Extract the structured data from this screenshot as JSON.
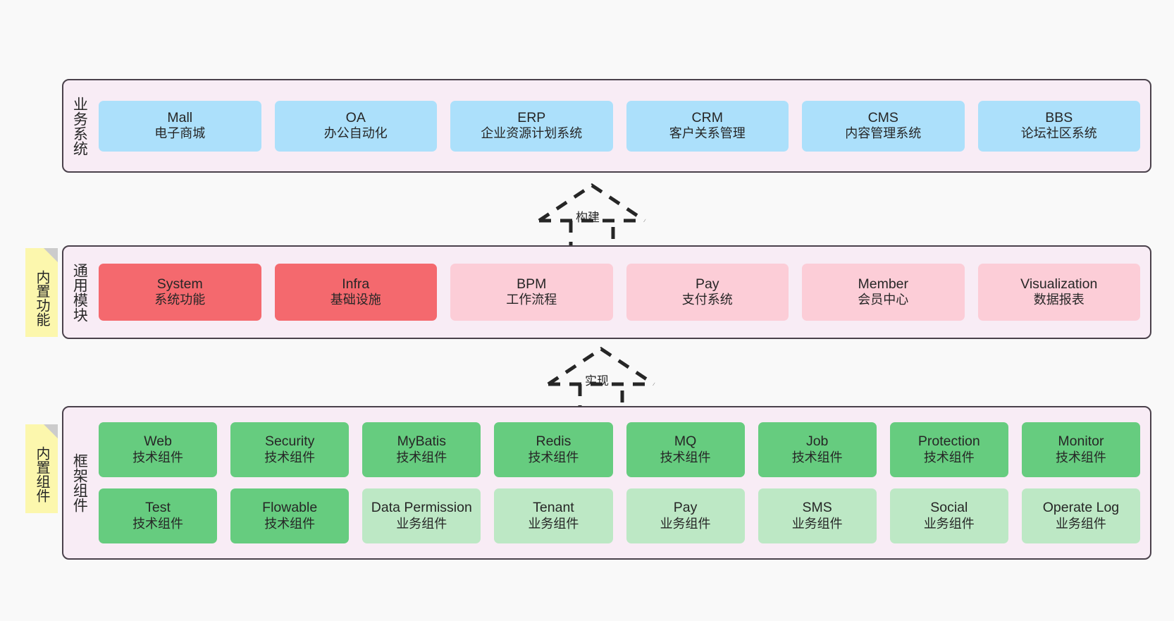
{
  "diagram": {
    "background_color": "#f9f9f9",
    "band_background": "#f8ecf5",
    "band_border": "#4a414b",
    "note_color": "#fcf7ad",
    "colors": {
      "blue": "#ace0fb",
      "red": "#f4696e",
      "pink": "#fccdd7",
      "green": "#66cc7f",
      "light_green": "#bde8c5"
    }
  },
  "bands": {
    "business": {
      "title": "业务系统",
      "nodes": [
        {
          "title": "Mall",
          "sub": "电子商城",
          "color": "blue"
        },
        {
          "title": "OA",
          "sub": "办公自动化",
          "color": "blue"
        },
        {
          "title": "ERP",
          "sub": "企业资源计划系统",
          "color": "blue"
        },
        {
          "title": "CRM",
          "sub": "客户关系管理",
          "color": "blue"
        },
        {
          "title": "CMS",
          "sub": "内容管理系统",
          "color": "blue"
        },
        {
          "title": "BBS",
          "sub": "论坛社区系统",
          "color": "blue"
        }
      ]
    },
    "common": {
      "title": "通用模块",
      "note": "内置功能",
      "nodes": [
        {
          "title": "System",
          "sub": "系统功能",
          "color": "red"
        },
        {
          "title": "Infra",
          "sub": "基础设施",
          "color": "red"
        },
        {
          "title": "BPM",
          "sub": "工作流程",
          "color": "pink"
        },
        {
          "title": "Pay",
          "sub": "支付系统",
          "color": "pink"
        },
        {
          "title": "Member",
          "sub": "会员中心",
          "color": "pink"
        },
        {
          "title": "Visualization",
          "sub": "数据报表",
          "color": "pink"
        }
      ]
    },
    "framework": {
      "title": "框架组件",
      "note": "内置组件",
      "row1": [
        {
          "title": "Web",
          "sub": "技术组件",
          "color": "green"
        },
        {
          "title": "Security",
          "sub": "技术组件",
          "color": "green"
        },
        {
          "title": "MyBatis",
          "sub": "技术组件",
          "color": "green"
        },
        {
          "title": "Redis",
          "sub": "技术组件",
          "color": "green"
        },
        {
          "title": "MQ",
          "sub": "技术组件",
          "color": "green"
        },
        {
          "title": "Job",
          "sub": "技术组件",
          "color": "green"
        },
        {
          "title": "Protection",
          "sub": "技术组件",
          "color": "green"
        },
        {
          "title": "Monitor",
          "sub": "技术组件",
          "color": "green"
        }
      ],
      "row2": [
        {
          "title": "Test",
          "sub": "技术组件",
          "color": "green"
        },
        {
          "title": "Flowable",
          "sub": "技术组件",
          "color": "green"
        },
        {
          "title": "Data Permission",
          "sub": "业务组件",
          "color": "light_green"
        },
        {
          "title": "Tenant",
          "sub": "业务组件",
          "color": "light_green"
        },
        {
          "title": "Pay",
          "sub": "业务组件",
          "color": "light_green"
        },
        {
          "title": "SMS",
          "sub": "业务组件",
          "color": "light_green"
        },
        {
          "title": "Social",
          "sub": "业务组件",
          "color": "light_green"
        },
        {
          "title": "Operate Log",
          "sub": "业务组件",
          "color": "light_green"
        }
      ]
    }
  },
  "arrows": [
    {
      "id": "build",
      "label": "构建"
    },
    {
      "id": "realize",
      "label": "实现"
    }
  ]
}
